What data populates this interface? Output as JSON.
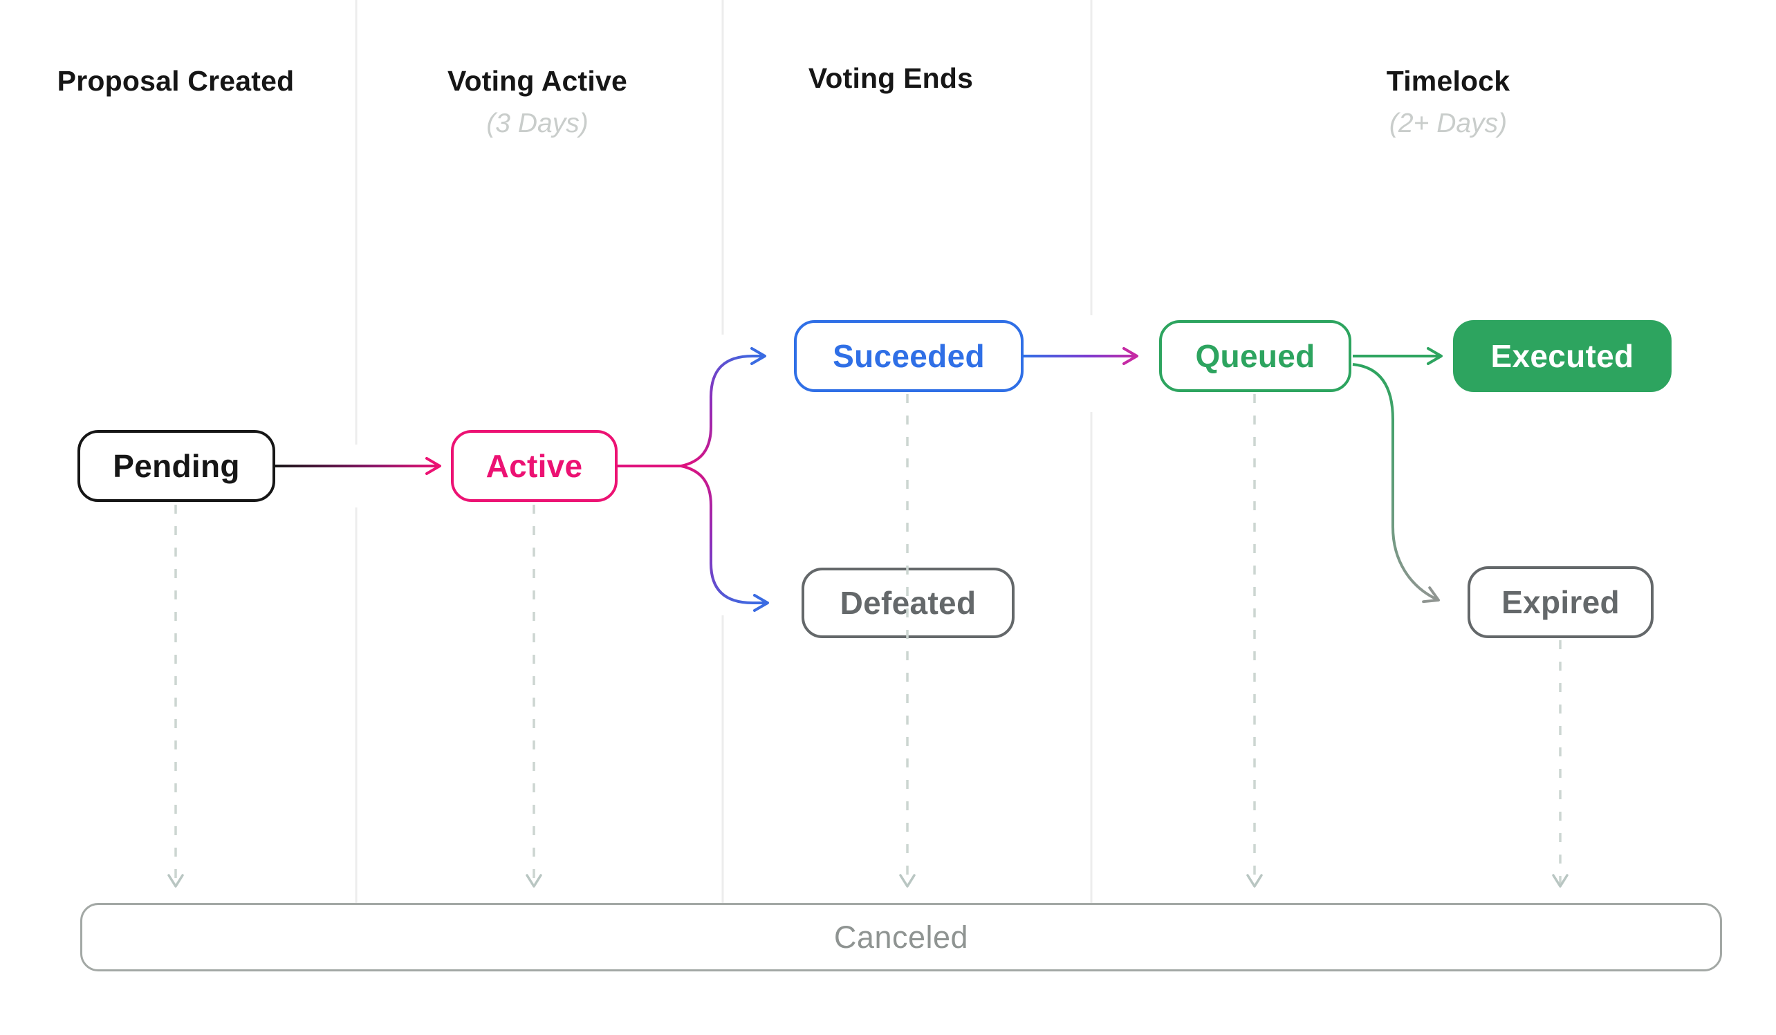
{
  "columns": [
    {
      "title": "Proposal Created",
      "subtitle": ""
    },
    {
      "title": "Voting Active",
      "subtitle": "(3 Days)"
    },
    {
      "title": "Voting Ends",
      "subtitle": ""
    },
    {
      "title": "Timelock",
      "subtitle": "(2+ Days)"
    }
  ],
  "nodes": {
    "pending": {
      "label": "Pending"
    },
    "active": {
      "label": "Active"
    },
    "succeeded": {
      "label": "Suceeded"
    },
    "defeated": {
      "label": "Defeated"
    },
    "queued": {
      "label": "Queued"
    },
    "executed": {
      "label": "Executed"
    },
    "expired": {
      "label": "Expired"
    },
    "canceled": {
      "label": "Canceled"
    }
  },
  "colors": {
    "ink": "#161616",
    "pink": "#EC1273",
    "blue": "#2F6FE6",
    "green": "#2DA45F",
    "purple": "#8F2DB9",
    "magenta": "#C52AA4",
    "grayNode": "#64686A",
    "arrowGray": "#8F9591",
    "subtitle": "#C9CDCB",
    "separator": "#EDEDED",
    "dash": "#CCD5D1",
    "dashArrow": "#B9C6C2",
    "canceledBorder": "#A3A8A5",
    "canceledText": "#8F9492"
  }
}
